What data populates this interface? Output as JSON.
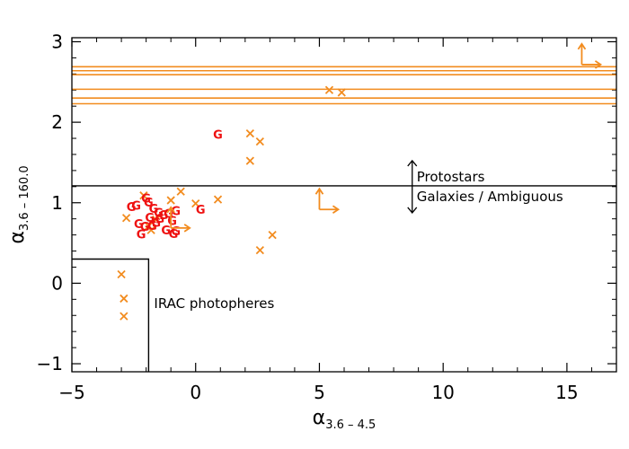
{
  "chart_data": {
    "type": "scatter",
    "title": "",
    "xlabel": {
      "main": "α",
      "sub": "3.6 – 4.5"
    },
    "ylabel": {
      "main": "α",
      "sub": "3.6 – 160.0"
    },
    "xlim": [
      -5,
      17
    ],
    "ylim": [
      -1.1,
      3.05
    ],
    "x_ticks": [
      -5,
      0,
      5,
      10,
      15
    ],
    "y_ticks": [
      -1,
      0,
      1,
      2,
      3
    ],
    "x_tick_labels": [
      "−5",
      "0",
      "5",
      "10",
      "15"
    ],
    "y_tick_labels": [
      "−1",
      "0",
      "1",
      "2",
      "3"
    ],
    "grid": false,
    "colors": {
      "orange": "#f28c1f",
      "red": "#ee1111",
      "black": "#000000"
    },
    "boundary_y": 1.21,
    "upper_limits_y": [
      2.23,
      2.3,
      2.41,
      2.59,
      2.64,
      2.69
    ],
    "photosphere_box": {
      "x_max": -1.9,
      "y_max": 0.3,
      "label": "IRAC photopheres"
    },
    "region_labels": {
      "upper": "Protostars",
      "lower": "Galaxies / Ambiguous",
      "arrow_x": 8.75
    },
    "series": [
      {
        "marker": "x",
        "color": "orange",
        "points": [
          [
            5.4,
            2.4
          ],
          [
            5.9,
            2.37
          ],
          [
            2.2,
            1.86
          ],
          [
            2.6,
            1.76
          ],
          [
            2.2,
            1.52
          ],
          [
            0.9,
            1.04
          ],
          [
            -0.6,
            1.14
          ],
          [
            0.0,
            0.99
          ],
          [
            -2.1,
            1.09
          ],
          [
            -2.8,
            0.81
          ],
          [
            -1.6,
            0.79
          ],
          [
            -1.0,
            1.03
          ],
          [
            -1.8,
            0.66
          ],
          [
            3.1,
            0.6
          ],
          [
            2.6,
            0.41
          ],
          [
            -3.0,
            0.11
          ],
          [
            -2.9,
            -0.19
          ],
          [
            -2.9,
            -0.41
          ],
          [
            -1.9,
            0.71
          ]
        ]
      },
      {
        "marker": "G",
        "color": "red",
        "points": [
          [
            0.9,
            1.85
          ],
          [
            -2.6,
            0.95
          ],
          [
            -2.4,
            0.97
          ],
          [
            -2.0,
            1.06
          ],
          [
            -1.9,
            1.01
          ],
          [
            -1.7,
            0.93
          ],
          [
            -1.5,
            0.88
          ],
          [
            -1.3,
            0.85
          ],
          [
            -1.1,
            0.87
          ],
          [
            -1.45,
            0.81
          ],
          [
            -1.6,
            0.76
          ],
          [
            -1.75,
            0.72
          ],
          [
            -2.3,
            0.74
          ],
          [
            -2.05,
            0.71
          ],
          [
            -1.2,
            0.66
          ],
          [
            -0.8,
            0.9
          ],
          [
            -0.95,
            0.78
          ],
          [
            -0.8,
            0.65
          ],
          [
            -0.9,
            0.62
          ],
          [
            -2.2,
            0.61
          ],
          [
            0.2,
            0.92
          ],
          [
            -1.85,
            0.82
          ]
        ]
      },
      {
        "marker": "limit-arrow",
        "color": "orange",
        "points": [
          [
            15.6,
            2.85
          ],
          [
            5.0,
            1.05
          ],
          [
            -1.0,
            0.82
          ]
        ]
      }
    ]
  }
}
